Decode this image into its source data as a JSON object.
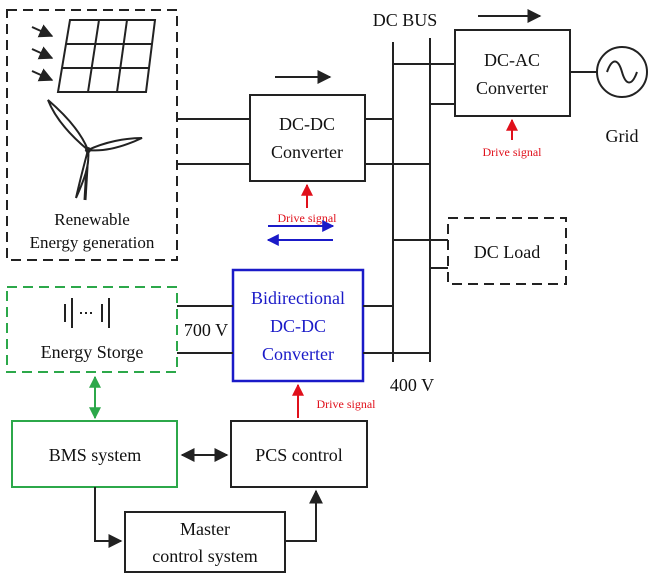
{
  "blocks": {
    "renewable": {
      "line1": "Renewable",
      "line2": "Energy generation"
    },
    "dcdc": {
      "line1": "DC-DC",
      "line2": "Converter"
    },
    "dcac": {
      "line1": "DC-AC",
      "line2": "Converter"
    },
    "grid": "Grid",
    "dc_bus": "DC BUS",
    "dc_load": "DC Load",
    "bidirectional": {
      "line1": "Bidirectional",
      "line2": "DC-DC",
      "line3": "Converter"
    },
    "storage": "Energy Storge",
    "bms": "BMS system",
    "pcs": "PCS control",
    "master": {
      "line1": "Master",
      "line2": "control system"
    }
  },
  "labels": {
    "drive_signal_1": "Drive signal",
    "drive_signal_2": "Drive signal",
    "drive_signal_3": "Drive signal",
    "v700": "700 V",
    "v400": "400 V"
  },
  "colors": {
    "line": "#222222",
    "drive_signal": "#e0101b",
    "bidirectional": "#1a1ac8",
    "storage": "#2ca84a"
  }
}
